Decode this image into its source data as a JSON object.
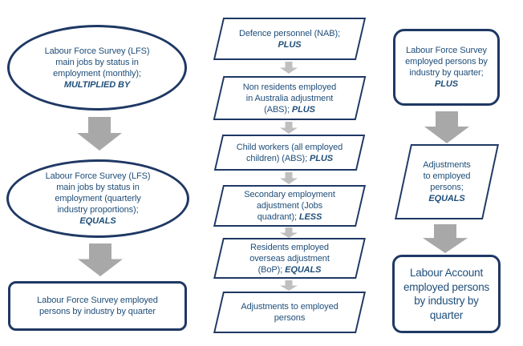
{
  "colors": {
    "border": "#1f3864",
    "text": "#1f4e79",
    "arrow_large": "#a8a8a8",
    "arrow_small": "#bfbfbf",
    "background": "#ffffff"
  },
  "left_column": {
    "ellipse_monthly": {
      "text": "Labour Force Survey (LFS)\nmain jobs by status in\nemployment (monthly);\n",
      "keyword": "MULTIPLIED BY"
    },
    "ellipse_quarterly": {
      "text": "Labour Force Survey (LFS)\nmain jobs by status in\nemployment (quarterly\nindustry proportions);\n",
      "keyword": "EQUALS"
    },
    "result_box": {
      "text": "Labour Force Survey employed\npersons by industry by quarter",
      "keyword": ""
    }
  },
  "middle_column": {
    "defence": {
      "text": "Defence personnel (NAB);\n",
      "keyword": "PLUS"
    },
    "non_residents": {
      "text": "Non residents employed\nin Australia adjustment\n(ABS); ",
      "keyword": "PLUS"
    },
    "child_workers": {
      "text": "Child workers (all employed\nchildren) (ABS); ",
      "keyword": "PLUS"
    },
    "secondary_employment": {
      "text": "Secondary employment\nadjustment (Jobs\nquadrant); ",
      "keyword": "LESS"
    },
    "residents_overseas": {
      "text": "Residents employed\noverseas adjustment\n(BoP); ",
      "keyword": "EQUALS"
    },
    "adjustments_result": {
      "text": "Adjustments to employed\npersons",
      "keyword": ""
    }
  },
  "right_column": {
    "lfs_by_quarter": {
      "text": "Labour Force Survey\nemployed persons by\nindustry by quarter;\n",
      "keyword": "PLUS"
    },
    "adjustments": {
      "text": "Adjustments\nto employed\npersons;\n",
      "keyword": "EQUALS"
    },
    "labour_account": {
      "text": "Labour Account\nemployed persons\nby industry by\nquarter",
      "keyword": ""
    }
  }
}
